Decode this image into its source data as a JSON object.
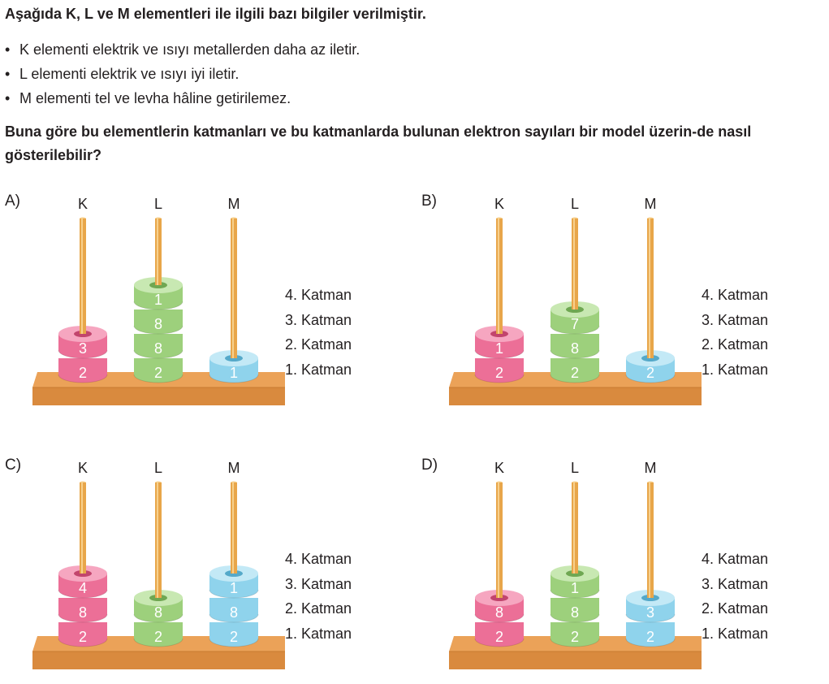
{
  "intro": "Aşağıda K, L ve M elementleri ile ilgili bazı bilgiler verilmiştir.",
  "facts": [
    "K elementi elektrik ve ısıyı metallerden daha az iletir.",
    "L elementi elektrik ve ısıyı iyi iletir.",
    "M elementi tel ve levha hâline getirilemez."
  ],
  "bullet": "•",
  "question": "Buna göre bu elementlerin katmanları ve bu katmanlarda bulunan elektron sayıları bir model üzerin-de nasıl gösterilebilir?",
  "element_labels": [
    "K",
    "L",
    "M"
  ],
  "layer_labels": [
    "4. Katman",
    "3. Katman",
    "2. Katman",
    "1. Katman"
  ],
  "colors": {
    "K": {
      "side": "#ec6f97",
      "top": "#f6a6c0",
      "hole": "#c2456d"
    },
    "L": {
      "side": "#9dd07c",
      "top": "#c8e8b2",
      "hole": "#6fa752"
    },
    "M": {
      "side": "#8fd3ec",
      "top": "#c3e9f6",
      "hole": "#55a9c9"
    },
    "rod": "#e8a64a",
    "rod_light": "#f7d08c",
    "base_top": "#eba258",
    "base_front": "#d98a3e"
  },
  "options": [
    {
      "letter": "A)",
      "stacks": {
        "K": [
          "2",
          "3"
        ],
        "L": [
          "2",
          "8",
          "8",
          "1"
        ],
        "M": [
          "1"
        ]
      }
    },
    {
      "letter": "B)",
      "stacks": {
        "K": [
          "2",
          "1"
        ],
        "L": [
          "2",
          "8",
          "7"
        ],
        "M": [
          "2"
        ]
      }
    },
    {
      "letter": "C)",
      "stacks": {
        "K": [
          "2",
          "8",
          "4"
        ],
        "L": [
          "2",
          "8"
        ],
        "M": [
          "2",
          "8",
          "1"
        ]
      }
    },
    {
      "letter": "D)",
      "stacks": {
        "K": [
          "2",
          "8"
        ],
        "L": [
          "2",
          "8",
          "1"
        ],
        "M": [
          "2",
          "3"
        ]
      }
    }
  ]
}
